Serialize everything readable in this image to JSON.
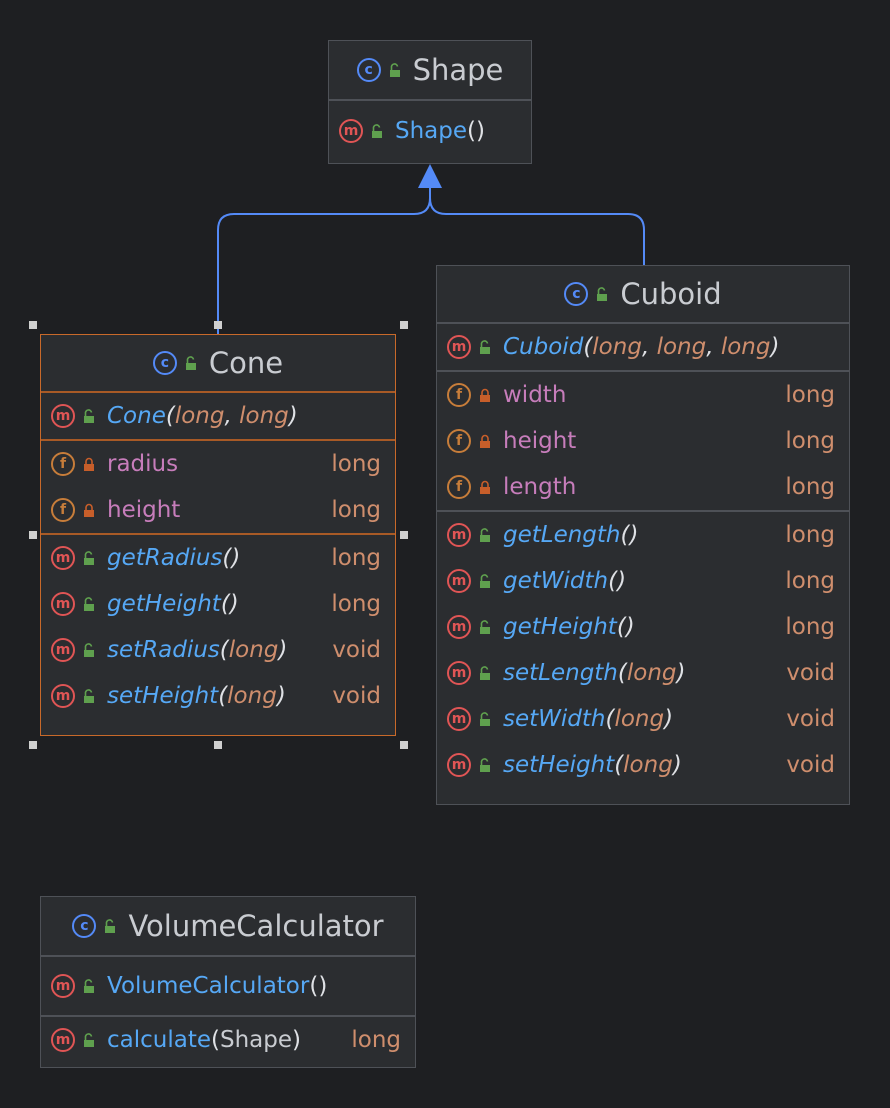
{
  "diagram": {
    "classes": {
      "shape": {
        "title": "Shape",
        "constructor": "Shape"
      },
      "cone": {
        "title": "Cone",
        "constructor": {
          "name": "Cone",
          "params": [
            "long",
            "long"
          ]
        },
        "fields": [
          {
            "name": "radius",
            "type": "long"
          },
          {
            "name": "height",
            "type": "long"
          }
        ],
        "methods": [
          {
            "name": "getRadius",
            "params": [],
            "type": "long"
          },
          {
            "name": "getHeight",
            "params": [],
            "type": "long"
          },
          {
            "name": "setRadius",
            "params": [
              "long"
            ],
            "type": "void"
          },
          {
            "name": "setHeight",
            "params": [
              "long"
            ],
            "type": "void"
          }
        ]
      },
      "cuboid": {
        "title": "Cuboid",
        "constructor": {
          "name": "Cuboid",
          "params": [
            "long",
            "long",
            "long"
          ]
        },
        "fields": [
          {
            "name": "width",
            "type": "long"
          },
          {
            "name": "height",
            "type": "long"
          },
          {
            "name": "length",
            "type": "long"
          }
        ],
        "methods": [
          {
            "name": "getLength",
            "params": [],
            "type": "long"
          },
          {
            "name": "getWidth",
            "params": [],
            "type": "long"
          },
          {
            "name": "getHeight",
            "params": [],
            "type": "long"
          },
          {
            "name": "setLength",
            "params": [
              "long"
            ],
            "type": "void"
          },
          {
            "name": "setWidth",
            "params": [
              "long"
            ],
            "type": "void"
          },
          {
            "name": "setHeight",
            "params": [
              "long"
            ],
            "type": "void"
          }
        ]
      },
      "volume_calculator": {
        "title": "VolumeCalculator",
        "constructor": "VolumeCalculator",
        "methods": [
          {
            "name": "calculate",
            "params": [
              "Shape"
            ],
            "type": "long"
          }
        ]
      }
    },
    "icons": {
      "class_glyph": "c",
      "method_glyph": "m",
      "field_glyph": "f"
    },
    "relations": [
      {
        "from": "Cone",
        "to": "Shape",
        "kind": "inheritance"
      },
      {
        "from": "Cuboid",
        "to": "Shape",
        "kind": "inheritance"
      }
    ],
    "colors": {
      "background": "#1e1f22",
      "box": "#2b2d30",
      "selected_border": "#c8692a",
      "edge": "#548af7",
      "method_name": "#56a8f5",
      "field_name": "#c77dbb",
      "type": "#cf8e6d",
      "public_lock": "#5fa04e",
      "private_lock": "#c75e2a"
    }
  }
}
